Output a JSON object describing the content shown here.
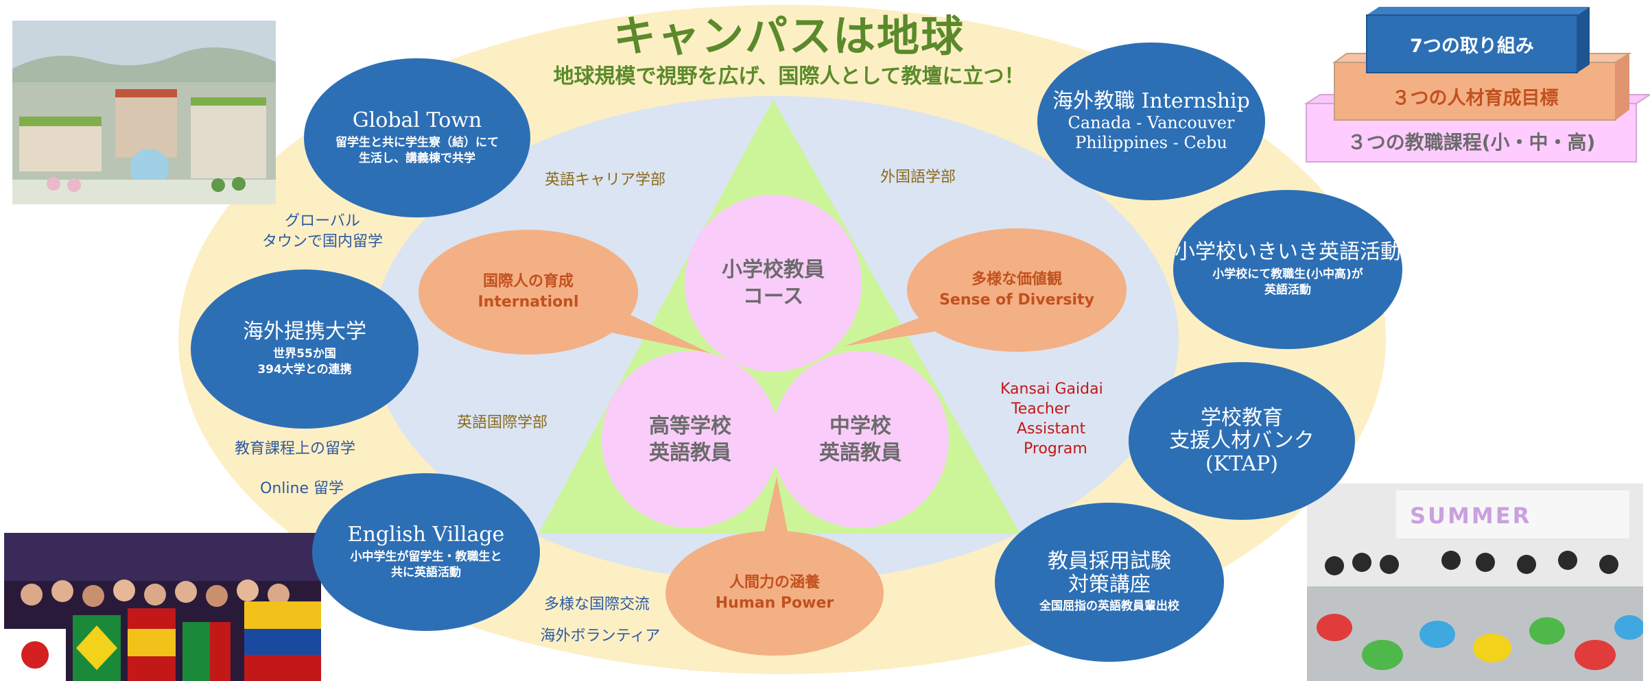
{
  "header": {
    "title": "キャンパスは地球",
    "subtitle": "地球規模で視野を広げ、国際人として教壇に立つ！"
  },
  "pyramid": {
    "top": "7つの取り組み",
    "middle": "３つの人材育成目標",
    "bottom": "３つの教職課程(小・中・高)"
  },
  "center_courses": {
    "elementary": [
      "小学校教員",
      "コース"
    ],
    "high_school": [
      "高等学校",
      "英語教員"
    ],
    "junior_high": [
      "中学校",
      "英語教員"
    ]
  },
  "goals": {
    "international": [
      "国際人の育成",
      "Internationl"
    ],
    "diversity": [
      "多様な価値観",
      "Sense of Diversity"
    ],
    "human_power": [
      "人間力の涵養",
      "Human Power"
    ]
  },
  "faculties": {
    "english_career": "英語キャリア学部",
    "foreign_languages": "外国語学部",
    "english_international": "英語国際学部"
  },
  "initiatives": {
    "global_town": {
      "title": "Global Town",
      "desc": [
        "留学生と共に学生寮（結）にて",
        "生活し、講義棟で共学"
      ]
    },
    "partner_universities": {
      "title": "海外提携大学",
      "desc": [
        "世界55か国",
        "394大学との連携"
      ]
    },
    "english_village": {
      "title": "English Village",
      "desc": [
        "小中学生が留学生・教職生と",
        "共に英語活動"
      ]
    },
    "internship": {
      "title": "海外教職 Internship",
      "sub": [
        "Canada - Vancouver",
        "Philippines - Cebu"
      ]
    },
    "elementary_english": {
      "title": "小学校いきいき英語活動",
      "desc": [
        "小学校にて教職生(小中高)が",
        "英語活動"
      ]
    },
    "ktap": {
      "title": [
        "学校教育",
        "支援人材バンク",
        "(KTAP)"
      ]
    },
    "exam_prep": {
      "title": [
        "教員採用試験",
        "対策講座"
      ],
      "desc": [
        "全国屈指の英語教員輩出校"
      ]
    }
  },
  "side_labels": {
    "global_town_study": [
      "グローバル",
      "タウンで国内留学"
    ],
    "curriculum_study": "教育課程上の留学",
    "online_study": "Online 留学",
    "exchange": "多様な国際交流",
    "volunteer": "海外ボランティア",
    "kgta": [
      "Kansai Gaidai",
      "Teacher",
      "Assistant",
      "Program"
    ]
  },
  "photos": {
    "summer_banner": "SUMMER"
  },
  "colors": {
    "title_green": "#5a8a2a",
    "blue": "#2d6fb5",
    "pink": "#f9ccf9",
    "orange": "#f3b084",
    "triangle_green": "#ccf59a",
    "outer_ellipse": "#fdefc4",
    "inner_ellipse": "#dbe4f2"
  }
}
